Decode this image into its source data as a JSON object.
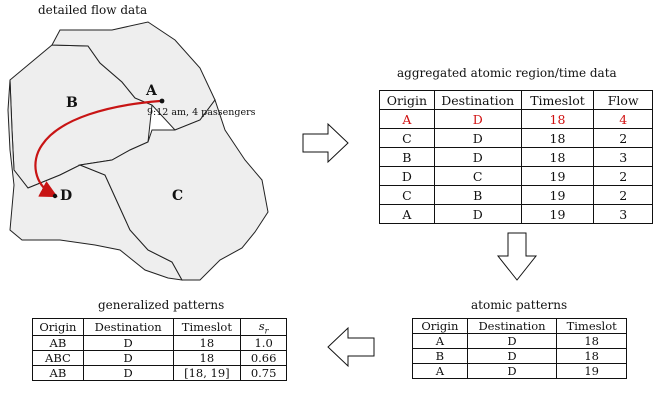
{
  "map": {
    "title": "detailed flow data",
    "regions": [
      "A",
      "B",
      "C",
      "D"
    ],
    "annotation": "9:12 am, 4 passengers",
    "flow_color": "#c81414",
    "region_fill": "#eeeeee"
  },
  "aggregated": {
    "title": "aggregated atomic region/time data",
    "headers": [
      "Origin",
      "Destination",
      "Timeslot",
      "Flow"
    ],
    "rows": [
      {
        "cells": [
          "A",
          "D",
          "18",
          "4"
        ],
        "style": "red"
      },
      {
        "cells": [
          "C",
          "D",
          "18",
          "2"
        ],
        "style": ""
      },
      {
        "cells": [
          "B",
          "D",
          "18",
          "3"
        ],
        "style": "bold"
      },
      {
        "cells": [
          "D",
          "C",
          "19",
          "2"
        ],
        "style": ""
      },
      {
        "cells": [
          "C",
          "B",
          "19",
          "2"
        ],
        "style": ""
      },
      {
        "cells": [
          "A",
          "D",
          "19",
          "3"
        ],
        "style": "bold"
      }
    ]
  },
  "atomic": {
    "title": "atomic patterns",
    "headers": [
      "Origin",
      "Destination",
      "Timeslot"
    ],
    "rows": [
      [
        "A",
        "D",
        "18"
      ],
      [
        "B",
        "D",
        "18"
      ],
      [
        "A",
        "D",
        "19"
      ]
    ]
  },
  "generalized": {
    "title": "generalized patterns",
    "headers": [
      "Origin",
      "Destination",
      "Timeslot",
      "s",
      "r"
    ],
    "rows": [
      [
        "AB",
        "D",
        "18",
        "1.0"
      ],
      [
        "ABC",
        "D",
        "18",
        "0.66"
      ],
      [
        "AB",
        "D",
        "[18, 19]",
        "0.75"
      ]
    ]
  }
}
